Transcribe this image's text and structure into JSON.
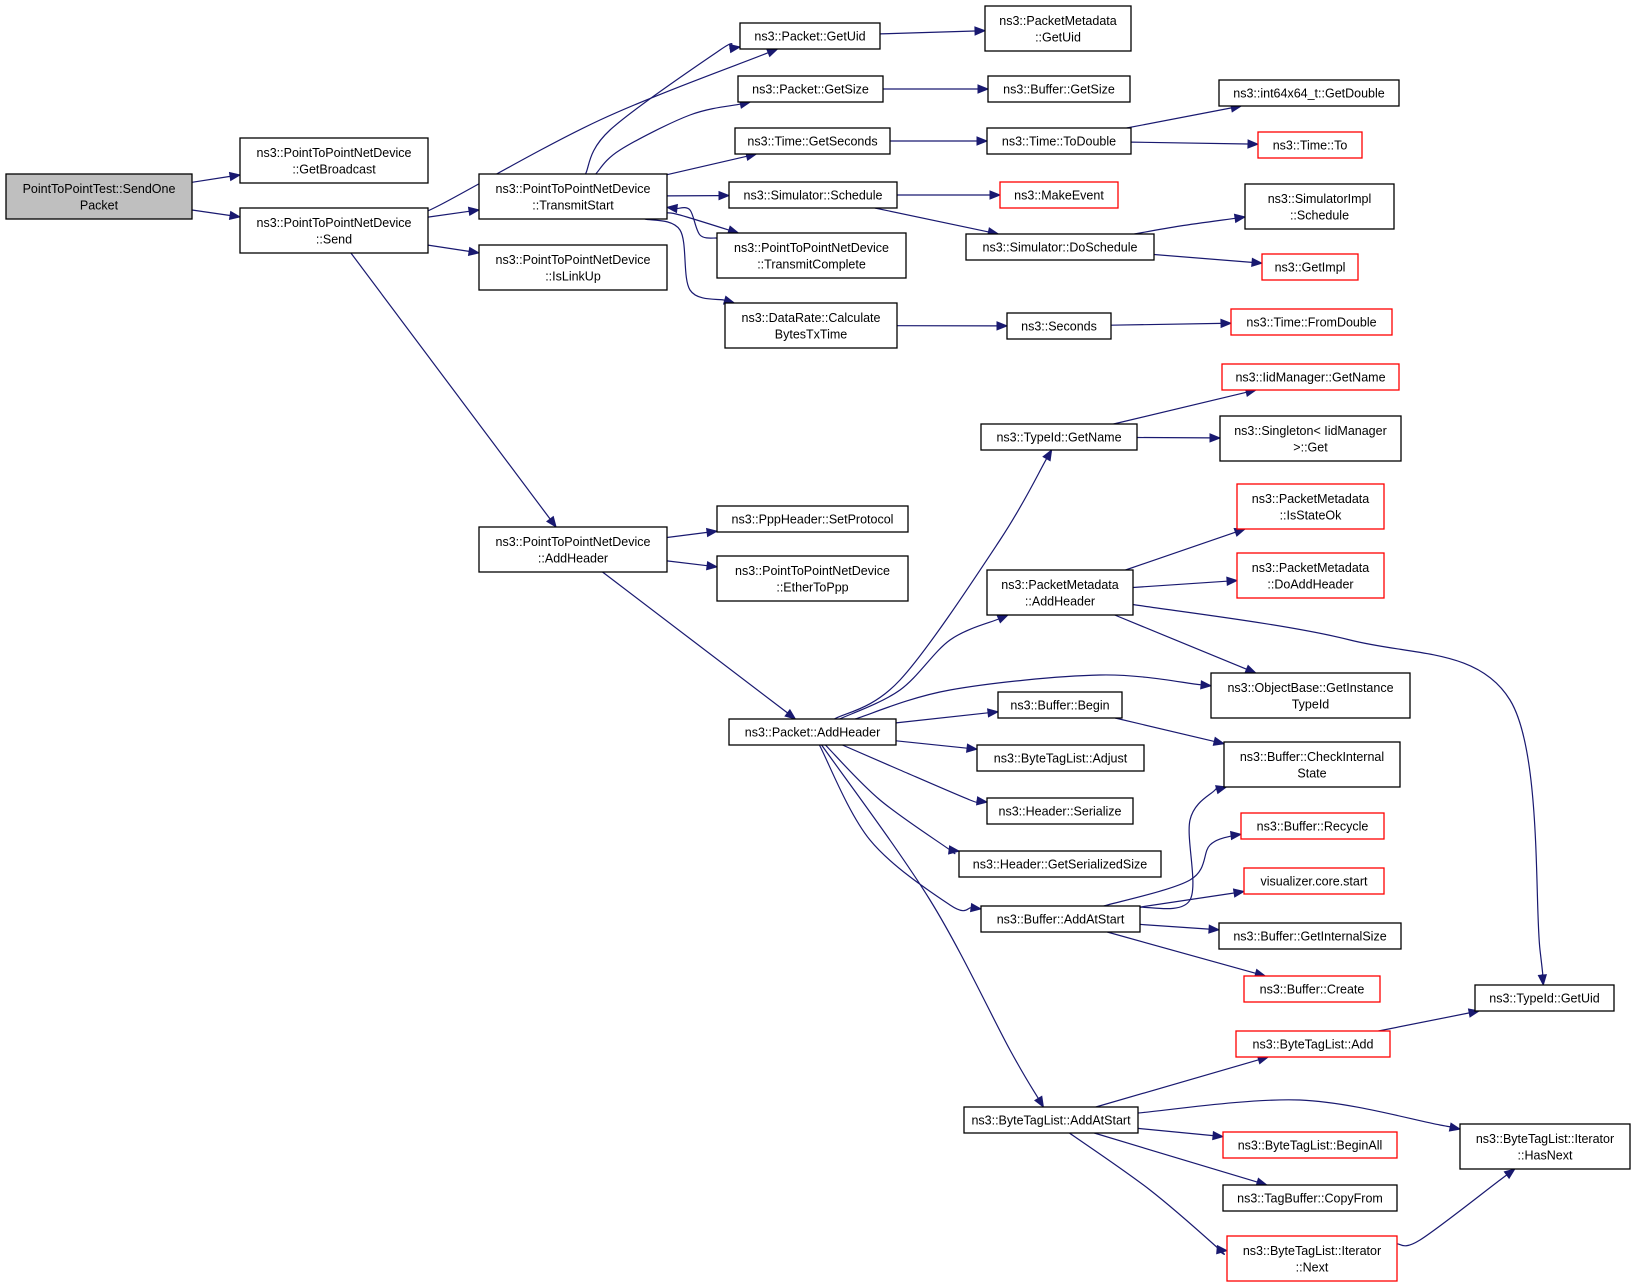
{
  "colors": {
    "edge": "#191970",
    "border_default": "#000000",
    "border_truncated": "#ff0000",
    "root_fill": "#bfbfbf"
  },
  "nodes": [
    {
      "id": "n0",
      "lines": [
        "PointToPointTest::SendOne",
        "Packet"
      ],
      "style": "gray"
    },
    {
      "id": "n1",
      "lines": [
        "ns3::PointToPointNetDevice",
        "::GetBroadcast"
      ],
      "style": "black"
    },
    {
      "id": "n2",
      "lines": [
        "ns3::PointToPointNetDevice",
        "::Send"
      ],
      "style": "black"
    },
    {
      "id": "n3",
      "lines": [
        "ns3::Packet::GetUid"
      ],
      "style": "black"
    },
    {
      "id": "n4",
      "lines": [
        "ns3::PacketMetadata",
        "::GetUid"
      ],
      "style": "black"
    },
    {
      "id": "n5",
      "lines": [
        "ns3::PointToPointNetDevice",
        "::TransmitStart"
      ],
      "style": "black"
    },
    {
      "id": "n6",
      "lines": [
        "ns3::Packet::GetSize"
      ],
      "style": "black"
    },
    {
      "id": "n7",
      "lines": [
        "ns3::Buffer::GetSize"
      ],
      "style": "black"
    },
    {
      "id": "n8",
      "lines": [
        "ns3::Time::GetSeconds"
      ],
      "style": "black"
    },
    {
      "id": "n9",
      "lines": [
        "ns3::Time::ToDouble"
      ],
      "style": "black"
    },
    {
      "id": "n10",
      "lines": [
        "ns3::int64x64_t::GetDouble"
      ],
      "style": "black"
    },
    {
      "id": "n11",
      "lines": [
        "ns3::Time::To"
      ],
      "style": "red"
    },
    {
      "id": "n12",
      "lines": [
        "ns3::Simulator::Schedule"
      ],
      "style": "black"
    },
    {
      "id": "n13",
      "lines": [
        "ns3::MakeEvent"
      ],
      "style": "red"
    },
    {
      "id": "n14",
      "lines": [
        "ns3::Simulator::DoSchedule"
      ],
      "style": "black"
    },
    {
      "id": "n15",
      "lines": [
        "ns3::SimulatorImpl",
        "::Schedule"
      ],
      "style": "black"
    },
    {
      "id": "n16",
      "lines": [
        "ns3::GetImpl"
      ],
      "style": "red"
    },
    {
      "id": "n17",
      "lines": [
        "ns3::PointToPointNetDevice",
        "::TransmitComplete"
      ],
      "style": "black"
    },
    {
      "id": "n18",
      "lines": [
        "ns3::DataRate::Calculate",
        "BytesTxTime"
      ],
      "style": "black"
    },
    {
      "id": "n19",
      "lines": [
        "ns3::Seconds"
      ],
      "style": "black"
    },
    {
      "id": "n20",
      "lines": [
        "ns3::Time::FromDouble"
      ],
      "style": "red"
    },
    {
      "id": "n21",
      "lines": [
        "ns3::PointToPointNetDevice",
        "::IsLinkUp"
      ],
      "style": "black"
    },
    {
      "id": "n22",
      "lines": [
        "ns3::PointToPointNetDevice",
        "::AddHeader"
      ],
      "style": "black"
    },
    {
      "id": "n23",
      "lines": [
        "ns3::PppHeader::SetProtocol"
      ],
      "style": "black"
    },
    {
      "id": "n24",
      "lines": [
        "ns3::PointToPointNetDevice",
        "::EtherToPpp"
      ],
      "style": "black"
    },
    {
      "id": "n25",
      "lines": [
        "ns3::Packet::AddHeader"
      ],
      "style": "black"
    },
    {
      "id": "n26",
      "lines": [
        "ns3::TypeId::GetName"
      ],
      "style": "black"
    },
    {
      "id": "n27",
      "lines": [
        "ns3::IidManager::GetName"
      ],
      "style": "red"
    },
    {
      "id": "n28",
      "lines": [
        "ns3::Singleton< IidManager",
        ">::Get"
      ],
      "style": "black"
    },
    {
      "id": "n29",
      "lines": [
        "ns3::PacketMetadata",
        "::AddHeader"
      ],
      "style": "black"
    },
    {
      "id": "n30",
      "lines": [
        "ns3::PacketMetadata",
        "::IsStateOk"
      ],
      "style": "red"
    },
    {
      "id": "n31",
      "lines": [
        "ns3::PacketMetadata",
        "::DoAddHeader"
      ],
      "style": "red"
    },
    {
      "id": "n32",
      "lines": [
        "ns3::ObjectBase::GetInstance",
        "TypeId"
      ],
      "style": "black"
    },
    {
      "id": "n33",
      "lines": [
        "ns3::Buffer::Begin"
      ],
      "style": "black"
    },
    {
      "id": "n34",
      "lines": [
        "ns3::ByteTagList::Adjust"
      ],
      "style": "black"
    },
    {
      "id": "n35",
      "lines": [
        "ns3::Buffer::CheckInternal",
        "State"
      ],
      "style": "black"
    },
    {
      "id": "n36",
      "lines": [
        "ns3::Header::Serialize"
      ],
      "style": "black"
    },
    {
      "id": "n37",
      "lines": [
        "ns3::Buffer::Recycle"
      ],
      "style": "red"
    },
    {
      "id": "n38",
      "lines": [
        "ns3::Header::GetSerializedSize"
      ],
      "style": "black"
    },
    {
      "id": "n39",
      "lines": [
        "visualizer.core.start"
      ],
      "style": "red"
    },
    {
      "id": "n40",
      "lines": [
        "ns3::Buffer::AddAtStart"
      ],
      "style": "black"
    },
    {
      "id": "n41",
      "lines": [
        "ns3::Buffer::GetInternalSize"
      ],
      "style": "black"
    },
    {
      "id": "n42",
      "lines": [
        "ns3::Buffer::Create"
      ],
      "style": "red"
    },
    {
      "id": "n43",
      "lines": [
        "ns3::TypeId::GetUid"
      ],
      "style": "black"
    },
    {
      "id": "n44",
      "lines": [
        "ns3::ByteTagList::Add"
      ],
      "style": "red"
    },
    {
      "id": "n45",
      "lines": [
        "ns3::ByteTagList::AddAtStart"
      ],
      "style": "black"
    },
    {
      "id": "n46",
      "lines": [
        "ns3::ByteTagList::Iterator",
        "::HasNext"
      ],
      "style": "black"
    },
    {
      "id": "n47",
      "lines": [
        "ns3::ByteTagList::BeginAll"
      ],
      "style": "red"
    },
    {
      "id": "n48",
      "lines": [
        "ns3::TagBuffer::CopyFrom"
      ],
      "style": "black"
    },
    {
      "id": "n49",
      "lines": [
        "ns3::ByteTagList::Iterator",
        "::Next"
      ],
      "style": "red"
    }
  ],
  "edges": [
    [
      "n0",
      "n1"
    ],
    [
      "n0",
      "n2"
    ],
    [
      "n2",
      "n3"
    ],
    [
      "n2",
      "n5"
    ],
    [
      "n2",
      "n21"
    ],
    [
      "n2",
      "n22"
    ],
    [
      "n3",
      "n4"
    ],
    [
      "n5",
      "n3"
    ],
    [
      "n5",
      "n6"
    ],
    [
      "n5",
      "n8"
    ],
    [
      "n5",
      "n12"
    ],
    [
      "n5",
      "n17"
    ],
    [
      "n5",
      "n18"
    ],
    [
      "n6",
      "n7"
    ],
    [
      "n8",
      "n9"
    ],
    [
      "n9",
      "n10"
    ],
    [
      "n9",
      "n11"
    ],
    [
      "n12",
      "n13"
    ],
    [
      "n12",
      "n14"
    ],
    [
      "n14",
      "n15"
    ],
    [
      "n14",
      "n16"
    ],
    [
      "n17",
      "n5"
    ],
    [
      "n18",
      "n19"
    ],
    [
      "n19",
      "n20"
    ],
    [
      "n22",
      "n23"
    ],
    [
      "n22",
      "n24"
    ],
    [
      "n22",
      "n25"
    ],
    [
      "n25",
      "n26"
    ],
    [
      "n25",
      "n29"
    ],
    [
      "n25",
      "n32"
    ],
    [
      "n25",
      "n33"
    ],
    [
      "n25",
      "n34"
    ],
    [
      "n25",
      "n36"
    ],
    [
      "n25",
      "n38"
    ],
    [
      "n25",
      "n40"
    ],
    [
      "n25",
      "n45"
    ],
    [
      "n26",
      "n27"
    ],
    [
      "n26",
      "n28"
    ],
    [
      "n29",
      "n30"
    ],
    [
      "n29",
      "n31"
    ],
    [
      "n29",
      "n32"
    ],
    [
      "n29",
      "n43"
    ],
    [
      "n33",
      "n35"
    ],
    [
      "n40",
      "n35"
    ],
    [
      "n40",
      "n37"
    ],
    [
      "n40",
      "n39"
    ],
    [
      "n40",
      "n41"
    ],
    [
      "n40",
      "n42"
    ],
    [
      "n44",
      "n43"
    ],
    [
      "n45",
      "n44"
    ],
    [
      "n45",
      "n46"
    ],
    [
      "n45",
      "n47"
    ],
    [
      "n45",
      "n48"
    ],
    [
      "n45",
      "n49"
    ],
    [
      "n49",
      "n46"
    ]
  ]
}
